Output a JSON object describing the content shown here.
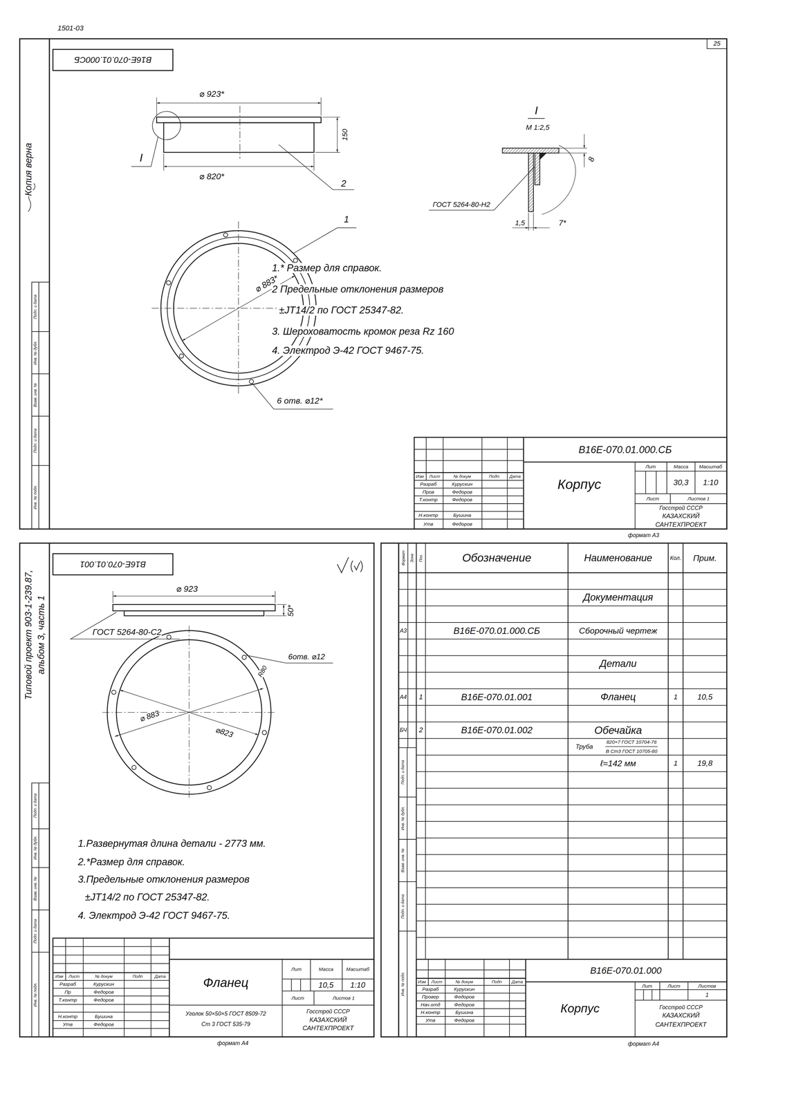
{
  "diagram": {
    "labels": [
      "1501-03",
      "25",
      "В16Е-070.01.000СБ",
      "Копия верна",
      "⌀ 923*",
      "150",
      "⌀ 820*",
      "I",
      "2",
      "1",
      "⌀ 883*",
      "6 отв. ⌀12*",
      "I",
      "М 1:2,5",
      "ГОСТ 5264-80-Н2",
      "8",
      "1,5",
      "7*",
      "1.* Размер для справок.",
      "2 Предельные отклонения размеров",
      "±JT14/2 по ГОСТ 25347-82.",
      "3. Шероховатость кромок реза Rz 160",
      "4. Электрод Э-42 ГОСТ 9467-75.",
      "В16Е-070.01.000.СБ",
      "Изм",
      "Лист",
      "№ докум",
      "Подп.",
      "Дата",
      "Разраб",
      "Курускин",
      "Пров",
      "Федоров",
      "Т.контр",
      "Федоров",
      "Н.контр",
      "Бушина",
      "Утв",
      "Федоров",
      "Корпус",
      "Лит",
      "Масса",
      "Масштаб",
      "30,3",
      "1:10",
      "Лист",
      "Листов 1",
      "Госстрой СССР",
      "КАЗАХСКИЙ",
      "САНТЕХПРОЕКТ",
      "формат А3",
      "Подп. и дата",
      "Инв. № дубл.",
      "Взам. инв. №",
      "Подп. и дата",
      "Инв. № подл.",
      "В16Е-070.01.001",
      "⌀ 923",
      "50*",
      "ГОСТ 5264-80-С2",
      "R80",
      "6отв. ⌀12",
      "⌀ 883",
      "⌀823",
      "1.Развернутая длина детали - 2773 мм.",
      "2.*Размер для справок.",
      "3.Предельные отклонения размеров",
      "±JT14/2 по ГОСТ 25347-82.",
      "4. Электрод Э-42 ГОСТ 9467-75.",
      "Изм",
      "Лист",
      "№ докум",
      "Подп",
      "Дата",
      "Разраб",
      "Курускин",
      "Пр",
      "Федоров",
      "Т.контр",
      "Федоров",
      "Н.контр",
      "Бушина",
      "Утв",
      "Федоров",
      "Фланец",
      "Лит",
      "Масса",
      "Масштаб",
      "10,5",
      "1:10",
      "Лист",
      "Листов 1",
      "Уголок 50×50×5 ГОСТ 8509-72",
      "Ст 3 ГОСТ 535-79",
      "Госстрой СССР",
      "КАЗАХСКИЙ",
      "САНТЕХПРОЕКТ",
      "формат А4",
      "Типовой проект 903-1-239.87,",
      "альбом 3, часть 1",
      "Подп. и дата",
      "Инв. № дубл.",
      "Взам. инв. №",
      "Подп. и дата",
      "Инв. № подл.",
      "Формат",
      "Зона",
      "Поз.",
      "Обозначение",
      "Наименование",
      "Кол.",
      "Прим.",
      "Документация",
      "А3",
      "В16Е-070.01.000.СБ",
      "Сборочный чертеж",
      "Детали",
      "А4",
      "1",
      "В16Е-070.01.001",
      "Фланец",
      "1",
      "10,5",
      "БЧ",
      "2",
      "В16Е-070.01.002",
      "Обечайка",
      "Труба",
      "820×7 ГОСТ 10704-76",
      "В Ст3 ГОСТ 10705-80",
      "ℓ=142 мм",
      "1",
      "19,8",
      "Изм",
      "Лист",
      "№ докум",
      "Подп",
      "Дата",
      "Разраб",
      "Курускин",
      "Провер",
      "Федоров",
      "Нач.отд",
      "Федоров",
      "Н.контр",
      "Бушина",
      "Утв",
      "Федоров",
      "В16Е-070.01.000",
      "Корпус",
      "Лит",
      "Лист",
      "Листов",
      "1",
      "Госстрой СССР",
      "КАЗАХСКИЙ",
      "САНТЕХПРОЕКТ",
      "формат А4",
      "Подп. и дата",
      "Инв. № дубл.",
      "Взам. инв. №",
      "Подп. и дата",
      "Инв. № подл."
    ]
  }
}
